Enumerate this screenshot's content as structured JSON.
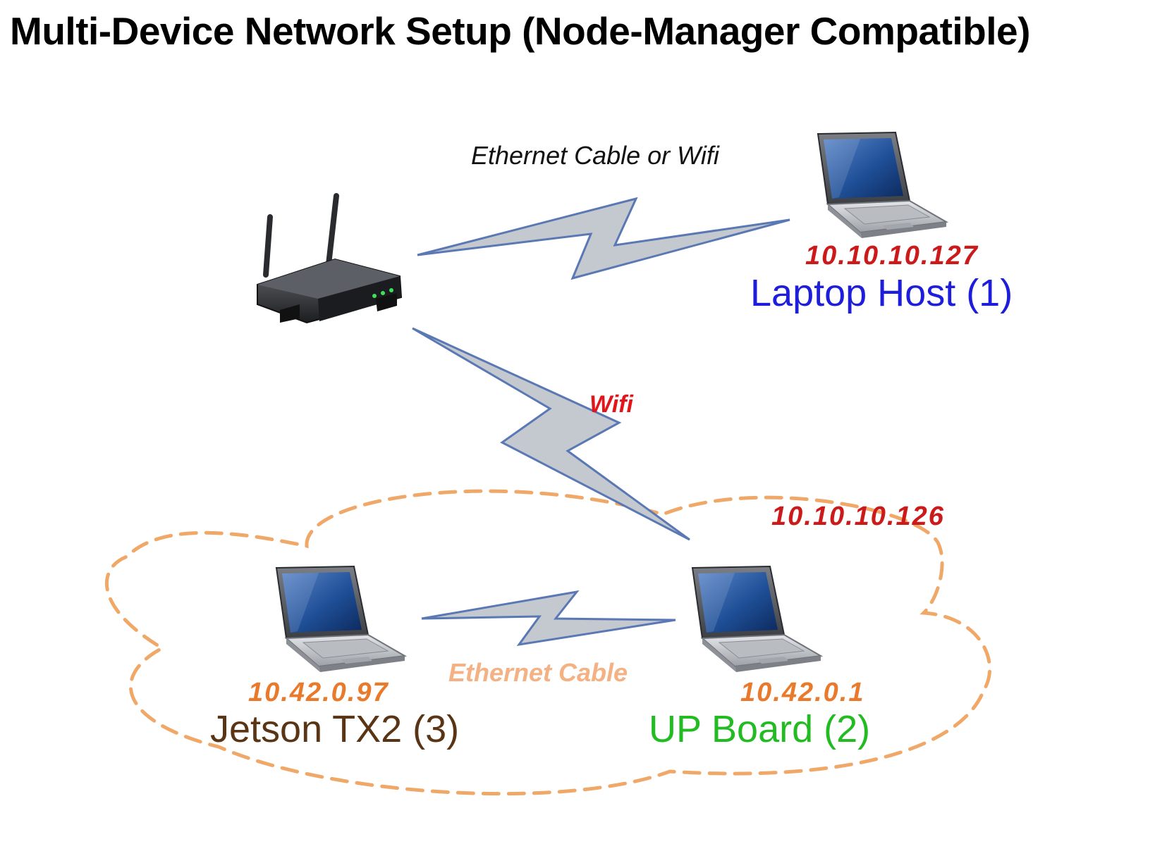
{
  "title": "Multi-Device Network Setup (Node-Manager Compatible)",
  "links": {
    "router_laptop": "Ethernet Cable or Wifi",
    "router_upboard": "Wifi",
    "jetson_upboard": "Ethernet Cable"
  },
  "devices": {
    "router": {
      "icon": "wifi-router-icon"
    },
    "laptop_host": {
      "name": "Laptop Host (1)",
      "ip": "10.10.10.127",
      "icon": "laptop-icon"
    },
    "up_board": {
      "name": "UP Board (2)",
      "ip_external": "10.10.10.126",
      "ip_internal": "10.42.0.1",
      "icon": "laptop-icon"
    },
    "jetson_tx2": {
      "name": "Jetson TX2 (3)",
      "ip": "10.42.0.97",
      "icon": "laptop-icon"
    }
  },
  "colors": {
    "ip_external": "#cc1a1a",
    "ip_internal": "#ea7a2b",
    "laptop_host_name": "#1d1ddb",
    "up_board_name": "#22bb22",
    "jetson_name": "#5a3515",
    "wifi_label": "#e0161b",
    "ethernet_label": "#f4b183",
    "local_network_outline": "#f0a868",
    "link_fill": "#c4c8cf",
    "link_stroke": "#5a78b4"
  }
}
